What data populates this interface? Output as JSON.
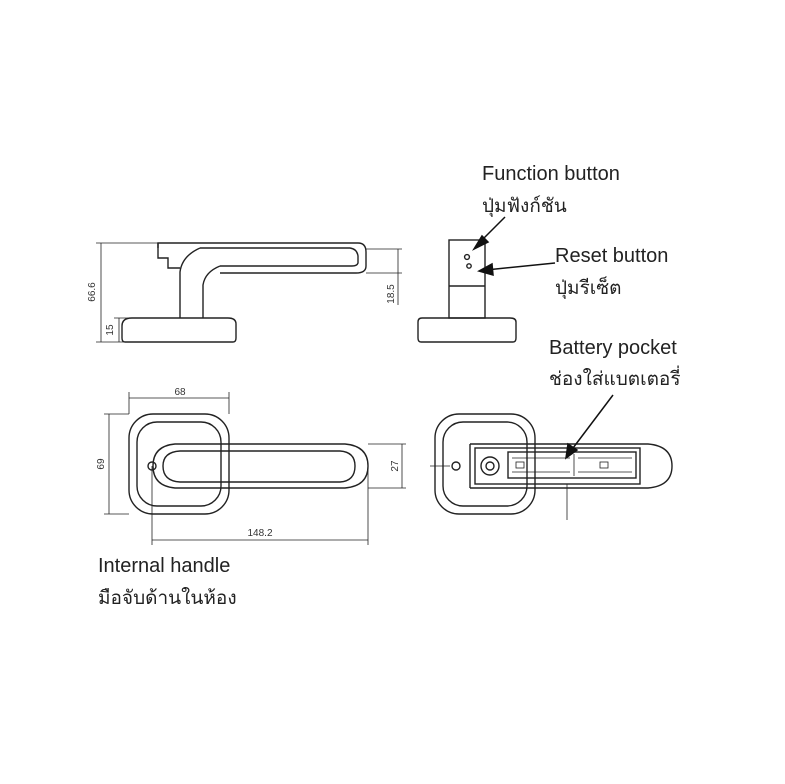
{
  "labels": {
    "function_button_en": "Function button",
    "function_button_th": "ปุ่มฟังก์ชัน",
    "reset_button_en": "Reset button",
    "reset_button_th": "ปุ่มรีเซ็ต",
    "battery_pocket_en": "Battery pocket",
    "battery_pocket_th": "ช่องใส่แบตเตอรี่",
    "internal_handle_en": "Internal handle",
    "internal_handle_th": "มือจับด้านในห้อง"
  },
  "dimensions": {
    "overall_height": "66.6",
    "base_height": "15",
    "lever_thickness": "18.5",
    "rose_width": "68",
    "rose_height": "69",
    "lever_width": "27",
    "lever_length": "148.2"
  }
}
